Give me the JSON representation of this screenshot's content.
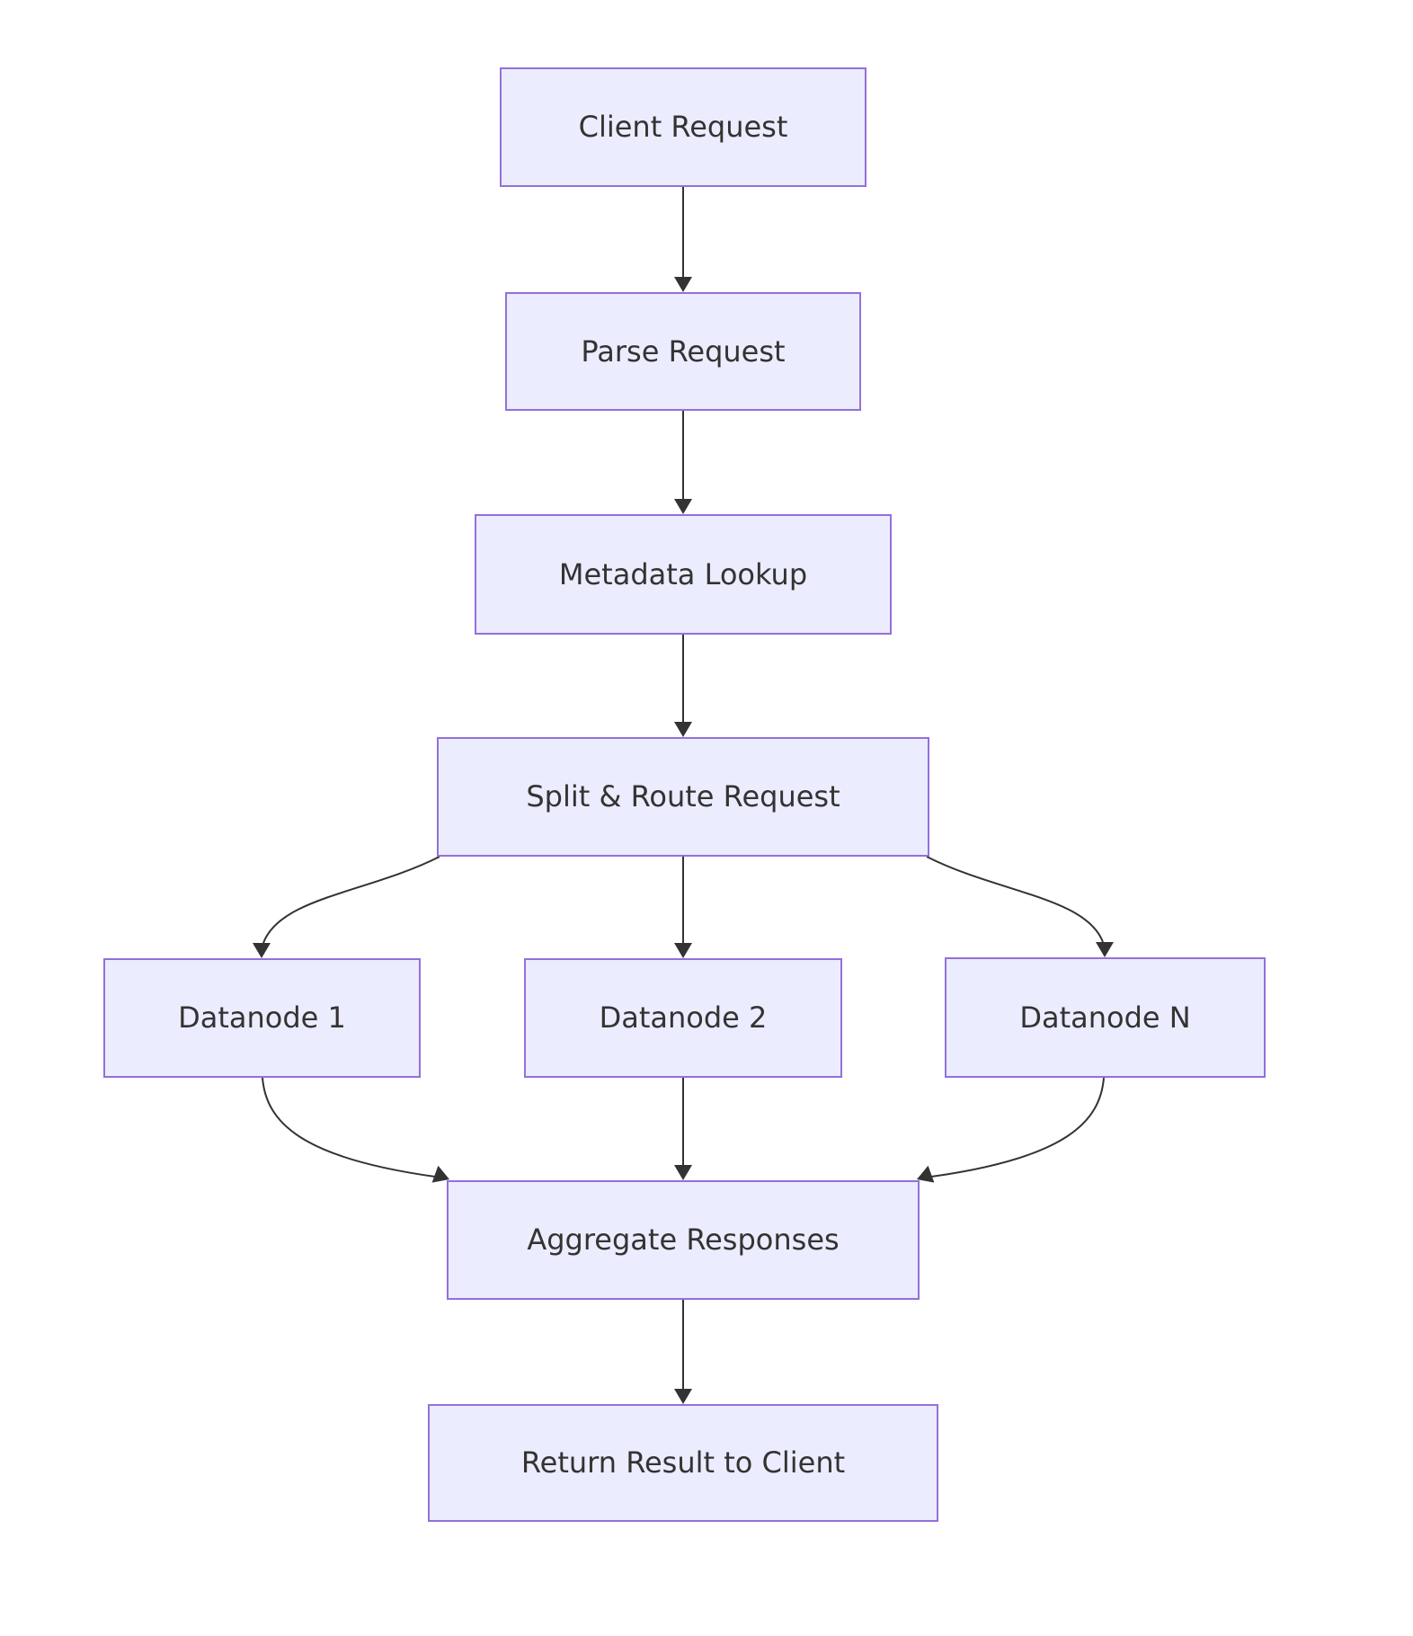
{
  "diagram": {
    "type": "flowchart",
    "direction": "top-down",
    "nodes": [
      {
        "id": "client_request",
        "label": "Client Request"
      },
      {
        "id": "parse_request",
        "label": "Parse Request"
      },
      {
        "id": "metadata_lookup",
        "label": "Metadata Lookup"
      },
      {
        "id": "split_route_request",
        "label": "Split & Route Request"
      },
      {
        "id": "datanode_1",
        "label": "Datanode 1"
      },
      {
        "id": "datanode_2",
        "label": "Datanode 2"
      },
      {
        "id": "datanode_n",
        "label": "Datanode N"
      },
      {
        "id": "aggregate_responses",
        "label": "Aggregate Responses"
      },
      {
        "id": "return_result",
        "label": "Return Result to Client"
      }
    ],
    "edges": [
      {
        "from": "client_request",
        "to": "parse_request"
      },
      {
        "from": "parse_request",
        "to": "metadata_lookup"
      },
      {
        "from": "metadata_lookup",
        "to": "split_route_request"
      },
      {
        "from": "split_route_request",
        "to": "datanode_1"
      },
      {
        "from": "split_route_request",
        "to": "datanode_2"
      },
      {
        "from": "split_route_request",
        "to": "datanode_n"
      },
      {
        "from": "datanode_1",
        "to": "aggregate_responses"
      },
      {
        "from": "datanode_2",
        "to": "aggregate_responses"
      },
      {
        "from": "datanode_n",
        "to": "aggregate_responses"
      },
      {
        "from": "aggregate_responses",
        "to": "return_result"
      }
    ],
    "colors": {
      "node_fill": "#ECECFF",
      "node_border": "#9370DB",
      "edge": "#333333",
      "text": "#333333",
      "background": "#FFFFFF"
    }
  }
}
